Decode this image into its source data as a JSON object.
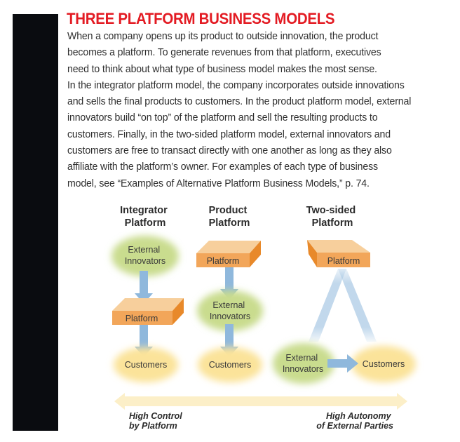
{
  "article": {
    "title": "THREE PLATFORM BUSINESS MODELS",
    "body_lines": [
      "When a company opens up its product to outside innovation, the product",
      "becomes a platform. To generate revenues from that platform, executives",
      "need to think about what type of business model makes the most sense.",
      "In the integrator platform model, the company incorporates outside innovations",
      "and sells the final products to customers. In the product platform model, external",
      "innovators build “on top” of the platform and sell the resulting products to",
      "customers. Finally, in the two-sided platform model, external innovators and",
      "customers are free to transact directly with one another as long as they also",
      "affiliate with the platform’s owner. For examples of each type of business",
      "model, see “Examples of Alternative Platform Business Models,” p. 74."
    ]
  },
  "diagram": {
    "columns": [
      {
        "heading": [
          "Integrator",
          "Platform"
        ],
        "nodes": {
          "innovators": [
            "External",
            "Innovators"
          ],
          "platform": "Platform",
          "customers": "Customers"
        }
      },
      {
        "heading": [
          "Product",
          "Platform"
        ],
        "nodes": {
          "platform": "Platform",
          "innovators": [
            "External",
            "Innovators"
          ],
          "customers": "Customers"
        }
      },
      {
        "heading": [
          "Two-sided",
          "Platform"
        ],
        "nodes": {
          "platform": "Platform",
          "innovators": [
            "External",
            "Innovators"
          ],
          "customers": "Customers"
        }
      }
    ],
    "axis": {
      "left_label": [
        "High Control",
        "by Platform"
      ],
      "right_label": [
        "High Autonomy",
        "of External Parties"
      ]
    },
    "colors": {
      "accent_red": "#e31b23",
      "platform_front": "#f2a65a",
      "platform_top": "#f7cf9c",
      "platform_side": "#e8892a",
      "arrow_blue": "#8fb8dc",
      "innovators_green": "#c9dc8e",
      "customers_yellow": "#fbe39a",
      "axis_cream": "#fcefc8"
    }
  }
}
